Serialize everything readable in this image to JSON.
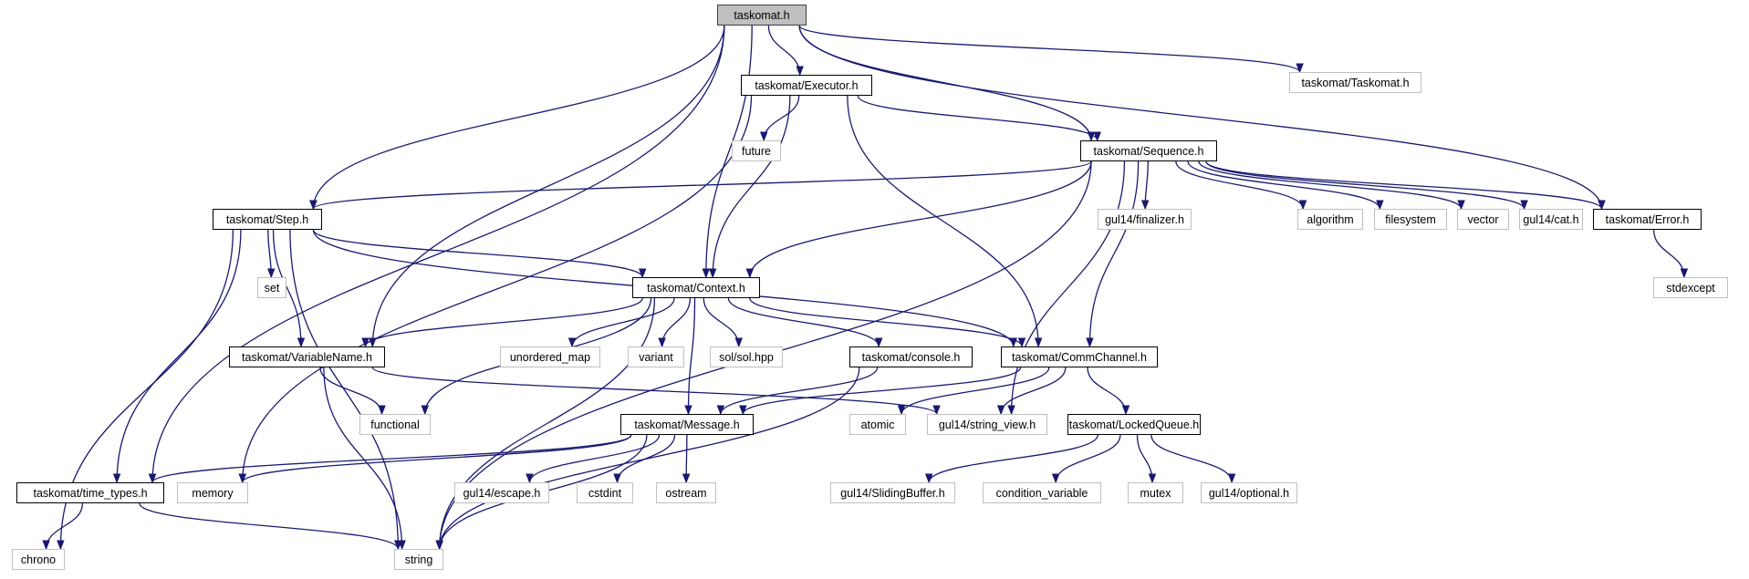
{
  "graph": {
    "edge_color": "#191970",
    "root_fill": "#bfbfbf",
    "system_border": "#bfbfbf",
    "nodes": [
      {
        "id": "root",
        "label": "taskomat.h",
        "kind": "root"
      },
      {
        "id": "executor",
        "label": "taskomat/Executor.h",
        "kind": "local"
      },
      {
        "id": "taskomat_tm",
        "label": "taskomat/Taskomat.h",
        "kind": "system"
      },
      {
        "id": "future",
        "label": "future",
        "kind": "system"
      },
      {
        "id": "sequence",
        "label": "taskomat/Sequence.h",
        "kind": "local"
      },
      {
        "id": "step",
        "label": "taskomat/Step.h",
        "kind": "local"
      },
      {
        "id": "finalizer",
        "label": "gul14/finalizer.h",
        "kind": "system"
      },
      {
        "id": "algorithm",
        "label": "algorithm",
        "kind": "system"
      },
      {
        "id": "filesystem",
        "label": "filesystem",
        "kind": "system"
      },
      {
        "id": "vector",
        "label": "vector",
        "kind": "system"
      },
      {
        "id": "cat",
        "label": "gul14/cat.h",
        "kind": "system"
      },
      {
        "id": "error",
        "label": "taskomat/Error.h",
        "kind": "local"
      },
      {
        "id": "set",
        "label": "set",
        "kind": "system"
      },
      {
        "id": "context",
        "label": "taskomat/Context.h",
        "kind": "local"
      },
      {
        "id": "stdexcept",
        "label": "stdexcept",
        "kind": "system"
      },
      {
        "id": "varname",
        "label": "taskomat/VariableName.h",
        "kind": "local"
      },
      {
        "id": "unordered_map",
        "label": "unordered_map",
        "kind": "system"
      },
      {
        "id": "variant",
        "label": "variant",
        "kind": "system"
      },
      {
        "id": "sol",
        "label": "sol/sol.hpp",
        "kind": "system"
      },
      {
        "id": "console",
        "label": "taskomat/console.h",
        "kind": "local"
      },
      {
        "id": "commchannel",
        "label": "taskomat/CommChannel.h",
        "kind": "local"
      },
      {
        "id": "functional",
        "label": "functional",
        "kind": "system"
      },
      {
        "id": "message",
        "label": "taskomat/Message.h",
        "kind": "local"
      },
      {
        "id": "atomic",
        "label": "atomic",
        "kind": "system"
      },
      {
        "id": "string_view",
        "label": "gul14/string_view.h",
        "kind": "system"
      },
      {
        "id": "lockedqueue",
        "label": "taskomat/LockedQueue.h",
        "kind": "local"
      },
      {
        "id": "time_types",
        "label": "taskomat/time_types.h",
        "kind": "local"
      },
      {
        "id": "memory",
        "label": "memory",
        "kind": "system"
      },
      {
        "id": "escape",
        "label": "gul14/escape.h",
        "kind": "system"
      },
      {
        "id": "cstdint",
        "label": "cstdint",
        "kind": "system"
      },
      {
        "id": "ostream",
        "label": "ostream",
        "kind": "system"
      },
      {
        "id": "slidingbuffer",
        "label": "gul14/SlidingBuffer.h",
        "kind": "system"
      },
      {
        "id": "condvar",
        "label": "condition_variable",
        "kind": "system"
      },
      {
        "id": "mutex",
        "label": "mutex",
        "kind": "system"
      },
      {
        "id": "optional",
        "label": "gul14/optional.h",
        "kind": "system"
      },
      {
        "id": "chrono",
        "label": "chrono",
        "kind": "system"
      },
      {
        "id": "string",
        "label": "string",
        "kind": "system"
      }
    ],
    "edges": [
      [
        "root",
        "executor"
      ],
      [
        "root",
        "taskomat_tm"
      ],
      [
        "root",
        "sequence"
      ],
      [
        "root",
        "error"
      ],
      [
        "root",
        "step"
      ],
      [
        "root",
        "context"
      ],
      [
        "root",
        "varname"
      ],
      [
        "root",
        "time_types"
      ],
      [
        "executor",
        "future"
      ],
      [
        "executor",
        "sequence"
      ],
      [
        "executor",
        "context"
      ],
      [
        "executor",
        "commchannel"
      ],
      [
        "executor",
        "memory"
      ],
      [
        "sequence",
        "step"
      ],
      [
        "sequence",
        "context"
      ],
      [
        "sequence",
        "commchannel"
      ],
      [
        "sequence",
        "finalizer"
      ],
      [
        "sequence",
        "algorithm"
      ],
      [
        "sequence",
        "filesystem"
      ],
      [
        "sequence",
        "vector"
      ],
      [
        "sequence",
        "cat"
      ],
      [
        "sequence",
        "error"
      ],
      [
        "sequence",
        "string_view"
      ],
      [
        "sequence",
        "string"
      ],
      [
        "error",
        "stdexcept"
      ],
      [
        "step",
        "set"
      ],
      [
        "step",
        "context"
      ],
      [
        "step",
        "commchannel"
      ],
      [
        "step",
        "varname"
      ],
      [
        "step",
        "time_types"
      ],
      [
        "step",
        "chrono"
      ],
      [
        "step",
        "string"
      ],
      [
        "context",
        "varname"
      ],
      [
        "context",
        "unordered_map"
      ],
      [
        "context",
        "variant"
      ],
      [
        "context",
        "sol"
      ],
      [
        "context",
        "console"
      ],
      [
        "context",
        "commchannel"
      ],
      [
        "context",
        "functional"
      ],
      [
        "context",
        "message"
      ],
      [
        "context",
        "string"
      ],
      [
        "varname",
        "functional"
      ],
      [
        "varname",
        "string_view"
      ],
      [
        "varname",
        "string"
      ],
      [
        "console",
        "message"
      ],
      [
        "console",
        "string"
      ],
      [
        "commchannel",
        "message"
      ],
      [
        "commchannel",
        "atomic"
      ],
      [
        "commchannel",
        "string_view"
      ],
      [
        "commchannel",
        "lockedqueue"
      ],
      [
        "message",
        "time_types"
      ],
      [
        "message",
        "memory"
      ],
      [
        "message",
        "escape"
      ],
      [
        "message",
        "cstdint"
      ],
      [
        "message",
        "ostream"
      ],
      [
        "message",
        "string"
      ],
      [
        "lockedqueue",
        "slidingbuffer"
      ],
      [
        "lockedqueue",
        "condvar"
      ],
      [
        "lockedqueue",
        "mutex"
      ],
      [
        "lockedqueue",
        "optional"
      ],
      [
        "time_types",
        "chrono"
      ],
      [
        "time_types",
        "string"
      ]
    ]
  }
}
